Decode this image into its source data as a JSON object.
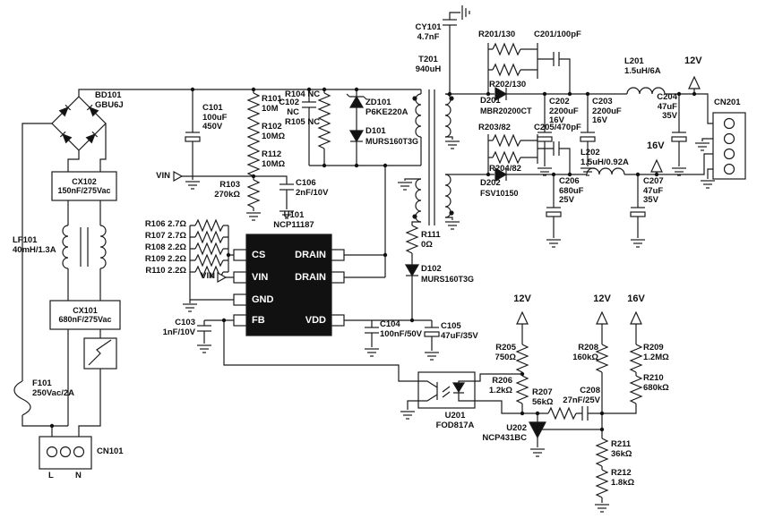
{
  "labels": {
    "cy101": {
      "l1": "CY101",
      "l2": "4.7nF"
    },
    "t201": {
      "l1": "T201",
      "l2": "940uH"
    },
    "bd101": {
      "l1": "BD101",
      "l2": "GBU6J"
    },
    "cx102": {
      "l1": "CX102",
      "l2": "150nF/275Vac"
    },
    "lf101": {
      "l1": "LF101",
      "l2": "40mH/1.3A"
    },
    "cx101": {
      "l1": "CX101",
      "l2": "680nF/275Vac"
    },
    "f101": {
      "l1": "F101",
      "l2": "250Vac/2A"
    },
    "cn101": {
      "l1": "CN101"
    },
    "line_l": {
      "l1": "L"
    },
    "line_n": {
      "l1": "N"
    },
    "c101": {
      "l1": "C101",
      "l2": "100uF",
      "l3": "450V"
    },
    "r101": {
      "l1": "R101",
      "l2": "10M"
    },
    "r102": {
      "l1": "R102",
      "l2": "10MΩ"
    },
    "r112": {
      "l1": "R112",
      "l2": "10MΩ"
    },
    "vin1": {
      "l1": "VIN"
    },
    "r103": {
      "l1": "R103",
      "l2": "270kΩ"
    },
    "c106": {
      "l1": "C106",
      "l2": "2nF/10V"
    },
    "c102": {
      "l1": "C102",
      "l2": "NC"
    },
    "r104": {
      "l1": "R104 NC"
    },
    "r105": {
      "l1": "R105 NC"
    },
    "zd101": {
      "l1": "ZD101",
      "l2": "P6KE220A"
    },
    "d101": {
      "l1": "D101",
      "l2": "MURS160T3G"
    },
    "u101": {
      "l1": "U101",
      "l2": "NCP11187"
    },
    "r106": {
      "l1": "R106 2.7Ω"
    },
    "r107": {
      "l1": "R107 2.7Ω"
    },
    "r108": {
      "l1": "R108 2.2Ω"
    },
    "r109": {
      "l1": "R109 2.2Ω"
    },
    "r110": {
      "l1": "R110 2.2Ω"
    },
    "vin2": {
      "l1": "VIN"
    },
    "c103": {
      "l1": "C103",
      "l2": "1nF/10V"
    },
    "c104": {
      "l1": "C104",
      "l2": "100nF/50V"
    },
    "c105": {
      "l1": "C105",
      "l2": "47uF/35V"
    },
    "r111": {
      "l1": "R111",
      "l2": "0Ω"
    },
    "d102": {
      "l1": "D102",
      "l2": "MURS160T3G"
    },
    "r201": {
      "l1": "R201/130"
    },
    "r202": {
      "l1": "R202/130"
    },
    "c201": {
      "l1": "C201/100pF"
    },
    "d201": {
      "l1": "D201",
      "l2": "MBR20200CT"
    },
    "c202": {
      "l1": "C202",
      "l2": "2200uF",
      "l3": "16V"
    },
    "c203": {
      "l1": "C203",
      "l2": "2200uF",
      "l3": "16V"
    },
    "l201": {
      "l1": "L201",
      "l2": "1.5uH/6A"
    },
    "v12_main": {
      "l1": "12V"
    },
    "c204": {
      "l1": "C204",
      "l2": "47uF",
      "l3": "35V"
    },
    "cn201": {
      "l1": "CN201"
    },
    "r203": {
      "l1": "R203/82"
    },
    "r204": {
      "l1": "R204/82"
    },
    "c205": {
      "l1": "C205/470pF"
    },
    "d202": {
      "l1": "D202",
      "l2": "FSV10150"
    },
    "c206": {
      "l1": "C206",
      "l2": "680uF",
      "l3": "25V"
    },
    "l202": {
      "l1": "L202",
      "l2": "1.5uH/0.92A"
    },
    "v16_main": {
      "l1": "16V"
    },
    "c207": {
      "l1": "C207",
      "l2": "47uF",
      "l3": "35V"
    },
    "v12_a": {
      "l1": "12V"
    },
    "v12_b": {
      "l1": "12V"
    },
    "v16_b": {
      "l1": "16V"
    },
    "r205": {
      "l1": "R205",
      "l2": "750Ω"
    },
    "r206": {
      "l1": "R206",
      "l2": "1.2kΩ"
    },
    "r207": {
      "l1": "R207",
      "l2": "56kΩ"
    },
    "c208": {
      "l1": "C208",
      "l2": "27nF/25V"
    },
    "r208": {
      "l1": "R208",
      "l2": "160kΩ"
    },
    "r209": {
      "l1": "R209",
      "l2": "1.2MΩ"
    },
    "r210": {
      "l1": "R210",
      "l2": "680kΩ"
    },
    "r211": {
      "l1": "R211",
      "l2": "36kΩ"
    },
    "r212": {
      "l1": "R212",
      "l2": "1.8kΩ"
    },
    "u201": {
      "l1": "U201",
      "l2": "FOD817A"
    },
    "u202": {
      "l1": "U202",
      "l2": "NCP431BC"
    }
  },
  "u101_pins": {
    "cs": "CS",
    "vin": "VIN",
    "gnd": "GND",
    "fb": "FB",
    "drain1": "DRAIN",
    "drain2": "DRAIN",
    "vdd": "VDD"
  },
  "colors": {
    "ink": "#1a1a1a",
    "ic_body": "#111111",
    "paper": "#ffffff"
  }
}
